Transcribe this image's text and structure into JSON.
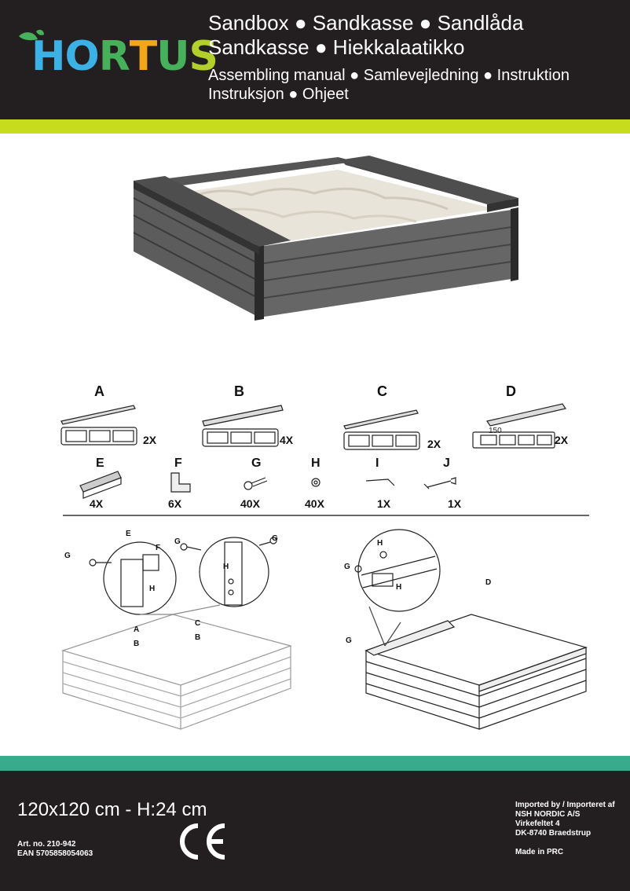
{
  "brand": {
    "name": "HORTUS",
    "letters": [
      "H",
      "O",
      "R",
      "T",
      "U",
      "S"
    ],
    "colors": [
      "#3bb1e6",
      "#3bb1e6",
      "#46b05a",
      "#f2a618",
      "#46b05a",
      "#b3cf2c"
    ]
  },
  "header": {
    "title_line1": "Sandbox ● Sandkasse ● Sandlåda",
    "title_line2": "Sandkasse ● Hiekkalaatikko",
    "subtitle_line1": "Assembling manual ● Samlevejledning ● Instruktion",
    "subtitle_line2": "Instruksjon ● Ohjeet"
  },
  "parts": {
    "boards": [
      {
        "letter": "A",
        "qty": "2X"
      },
      {
        "letter": "B",
        "qty": "4X"
      },
      {
        "letter": "C",
        "qty": "2X"
      },
      {
        "letter": "D",
        "qty": "2X",
        "label": "150"
      }
    ],
    "small": [
      {
        "letter": "E",
        "qty": "4X"
      },
      {
        "letter": "F",
        "qty": "6X"
      },
      {
        "letter": "G",
        "qty": "40X"
      },
      {
        "letter": "H",
        "qty": "40X"
      },
      {
        "letter": "I",
        "qty": "1X"
      },
      {
        "letter": "J",
        "qty": "1X"
      }
    ]
  },
  "diagrams": {
    "left": {
      "callouts": [
        "E",
        "F",
        "G",
        "H",
        "G",
        "G",
        "H",
        "A",
        "B",
        "C",
        "B"
      ]
    },
    "right": {
      "callouts": [
        "H",
        "G",
        "H",
        "D",
        "G"
      ]
    }
  },
  "footer": {
    "dimensions": "120x120 cm - H:24 cm",
    "art_no": "Art. no. 210-942",
    "ean": "EAN 5705858054063",
    "ce_mark": "CE",
    "importer": [
      "Imported by / Importeret af",
      "NSH NORDIC A/S",
      "Virkefeltet 4",
      "DK-8740 Braedstrup"
    ],
    "made_in": "Made in PRC"
  },
  "colors": {
    "header_bg": "#231f20",
    "lime": "#c8dc1e",
    "teal": "#3aaa8c"
  }
}
